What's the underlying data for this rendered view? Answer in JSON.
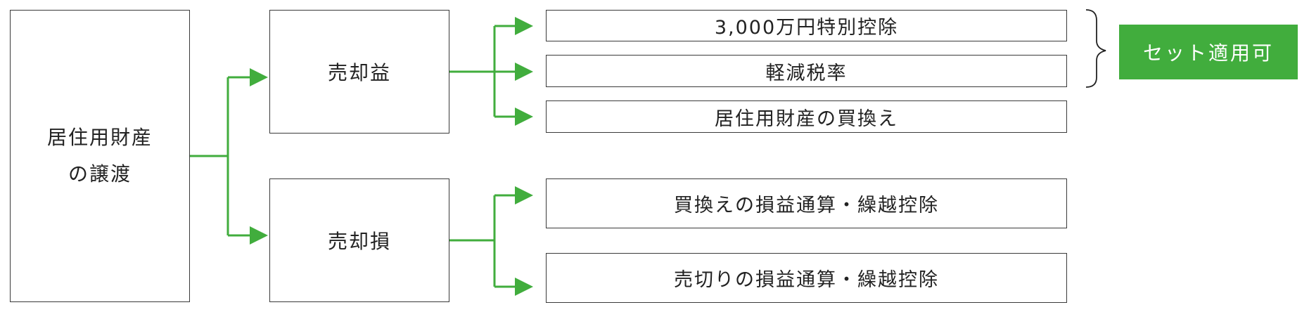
{
  "source": {
    "line1": "居住用財産",
    "line2": "の譲渡"
  },
  "branches": {
    "gain": {
      "label": "売却益",
      "items": [
        "3,000万円特別控除",
        "軽減税率",
        "居住用財産の買換え"
      ]
    },
    "loss": {
      "label": "売却損",
      "items": [
        "買換えの損益通算・繰越控除",
        "売切りの損益通算・繰越控除"
      ]
    }
  },
  "badge": {
    "label": "セット適用可"
  },
  "colors": {
    "arrow": "#41ad3d",
    "badge": "#41ad3d",
    "border": "#3a3a3a",
    "bracket": "#222222"
  }
}
